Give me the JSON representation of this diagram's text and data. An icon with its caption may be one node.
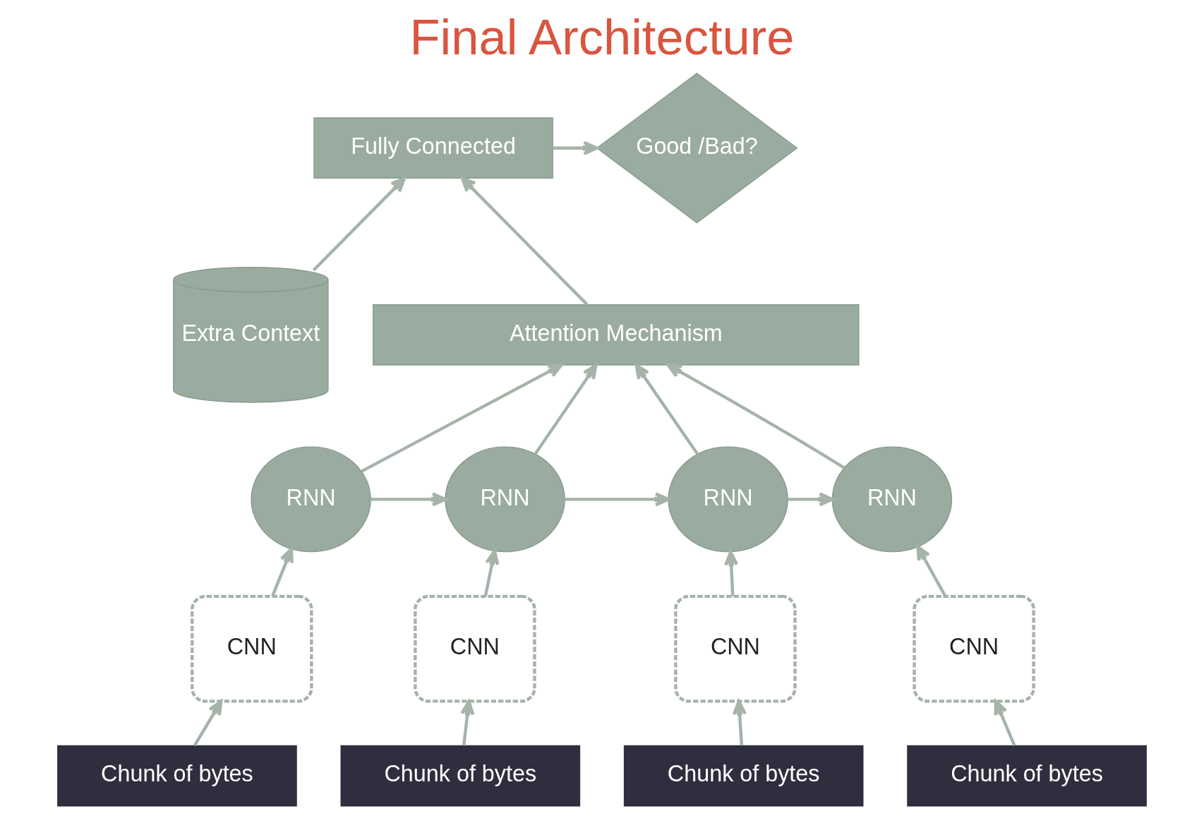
{
  "diagram": {
    "title": "Final Architecture",
    "nodes": [
      {
        "text": [
          "Extra Context"
        ]
      },
      {
        "text": [
          "Fully Connected"
        ]
      },
      {
        "text": [
          "Good /Bad?"
        ]
      },
      {
        "text": [
          "Attention Mechanism"
        ]
      },
      {
        "text": [
          "RNN"
        ]
      },
      {
        "text": [
          "RNN"
        ]
      },
      {
        "text": [
          "RNN"
        ]
      },
      {
        "text": [
          "RNN"
        ]
      },
      {
        "text": [
          "CNN"
        ]
      },
      {
        "text": [
          "CNN"
        ]
      },
      {
        "text": [
          "CNN"
        ]
      },
      {
        "text": [
          "CNN"
        ]
      },
      {
        "text": [
          "Chunk of bytes"
        ]
      },
      {
        "text": [
          "Chunk of bytes"
        ]
      },
      {
        "text": [
          "Chunk of bytes"
        ]
      },
      {
        "text": [
          "Chunk of bytes"
        ]
      }
    ],
    "edges": [
      {
        "from": 0,
        "to": 1,
        "arrow": "to"
      },
      {
        "from": 1,
        "to": 2,
        "arrow": "to"
      },
      {
        "from": 3,
        "to": 1,
        "arrow": "to"
      },
      {
        "from": 4,
        "to": 3,
        "arrow": "to"
      },
      {
        "from": 5,
        "to": 3,
        "arrow": "to"
      },
      {
        "from": 6,
        "to": 3,
        "arrow": "to"
      },
      {
        "from": 7,
        "to": 3,
        "arrow": "to"
      },
      {
        "from": 4,
        "to": 5,
        "arrow": "to"
      },
      {
        "from": 5,
        "to": 6,
        "arrow": "to"
      },
      {
        "from": 6,
        "to": 7,
        "arrow": "to"
      },
      {
        "from": 8,
        "to": 4,
        "arrow": "to"
      },
      {
        "from": 9,
        "to": 5,
        "arrow": "to"
      },
      {
        "from": 10,
        "to": 6,
        "arrow": "to"
      },
      {
        "from": 11,
        "to": 7,
        "arrow": "to"
      },
      {
        "from": 12,
        "to": 8,
        "arrow": "to"
      },
      {
        "from": 13,
        "to": 9,
        "arrow": "to"
      },
      {
        "from": 14,
        "to": 10,
        "arrow": "to"
      },
      {
        "from": 15,
        "to": 11,
        "arrow": "to"
      }
    ]
  }
}
